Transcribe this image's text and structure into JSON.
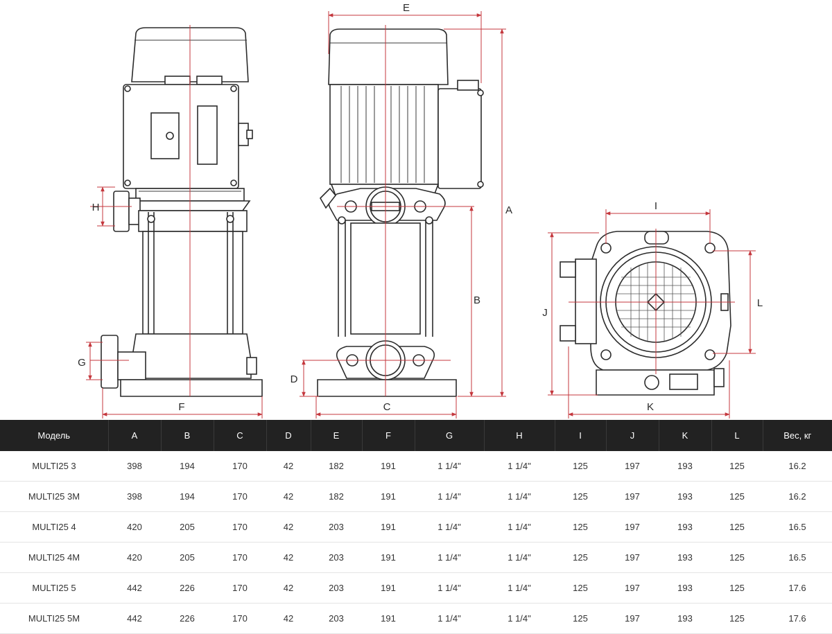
{
  "dimension_letters": {
    "A": "A",
    "B": "B",
    "C": "C",
    "D": "D",
    "E": "E",
    "F": "F",
    "G": "G",
    "H": "H",
    "I": "I",
    "J": "J",
    "K": "K",
    "L": "L"
  },
  "colors": {
    "dimension_line": "#c4373d",
    "header_bg": "#222222",
    "header_text": "#ffffff"
  },
  "table": {
    "headers": [
      "Модель",
      "A",
      "B",
      "C",
      "D",
      "E",
      "F",
      "G",
      "H",
      "I",
      "J",
      "K",
      "L",
      "Вес, кг"
    ],
    "rows": [
      [
        "MULTI25 3",
        "398",
        "194",
        "170",
        "42",
        "182",
        "191",
        "1 1/4\"",
        "1 1/4\"",
        "125",
        "197",
        "193",
        "125",
        "16.2"
      ],
      [
        "MULTI25 3M",
        "398",
        "194",
        "170",
        "42",
        "182",
        "191",
        "1 1/4\"",
        "1 1/4\"",
        "125",
        "197",
        "193",
        "125",
        "16.2"
      ],
      [
        "MULTI25 4",
        "420",
        "205",
        "170",
        "42",
        "203",
        "191",
        "1 1/4\"",
        "1 1/4\"",
        "125",
        "197",
        "193",
        "125",
        "16.5"
      ],
      [
        "MULTI25 4M",
        "420",
        "205",
        "170",
        "42",
        "203",
        "191",
        "1 1/4\"",
        "1 1/4\"",
        "125",
        "197",
        "193",
        "125",
        "16.5"
      ],
      [
        "MULTI25 5",
        "442",
        "226",
        "170",
        "42",
        "203",
        "191",
        "1 1/4\"",
        "1 1/4\"",
        "125",
        "197",
        "193",
        "125",
        "17.6"
      ],
      [
        "MULTI25 5M",
        "442",
        "226",
        "170",
        "42",
        "203",
        "191",
        "1 1/4\"",
        "1 1/4\"",
        "125",
        "197",
        "193",
        "125",
        "17.6"
      ]
    ]
  }
}
